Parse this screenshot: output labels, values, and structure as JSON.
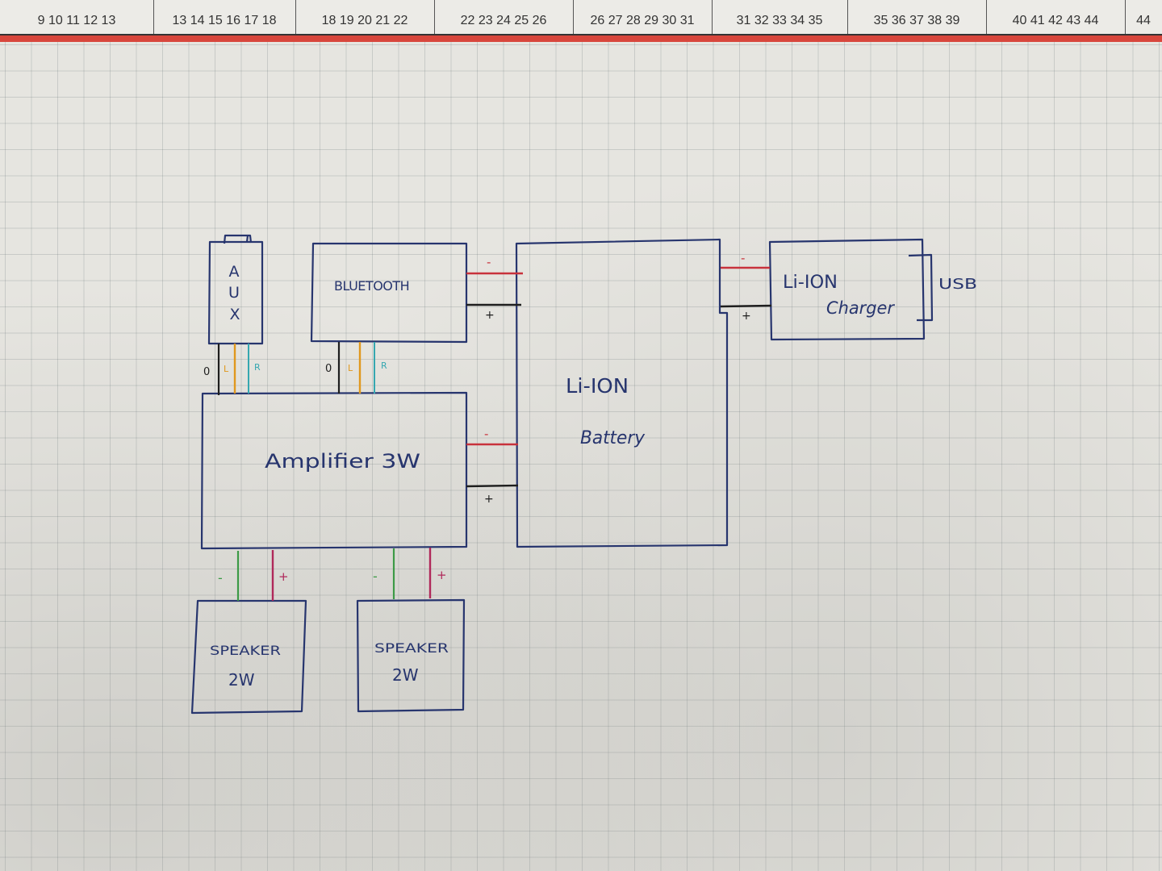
{
  "ruler": {
    "segments": [
      "9 10 11 12 13",
      "13 14 15 16 17 18",
      "18 19 20 21 22",
      "22 23 24 25 26",
      "26 27 28 29 30 31",
      "31 32 33 34 35",
      "35 36 37 38 39",
      "40 41 42 43 44",
      "44"
    ]
  },
  "blocks": {
    "aux": [
      "A",
      "U",
      "X"
    ],
    "bluetooth": "BLUETOOTH",
    "amplifier": "Amplifier 3W",
    "battery_line1": "Li-ION",
    "battery_line2": "Battery",
    "charger_line1": "Li-ION",
    "charger_line2": "Charger",
    "usb": "USB",
    "speaker_left_line1": "SPEAKER",
    "speaker_left_line2": "2W",
    "speaker_right_line1": "SPEAKER",
    "speaker_right_line2": "2W"
  },
  "terminals": {
    "ground": "0",
    "left": "L",
    "right": "R",
    "minus": "-",
    "plus": "+"
  },
  "colors": {
    "ink_blue": "#27356e",
    "wire_red": "#c8323c",
    "wire_black": "#1e1e1e",
    "wire_orange": "#e0981e",
    "wire_teal": "#35a7b0",
    "wire_green": "#3c9a46",
    "wire_magenta": "#b0285a",
    "paper_red_band": "#d8463c"
  }
}
